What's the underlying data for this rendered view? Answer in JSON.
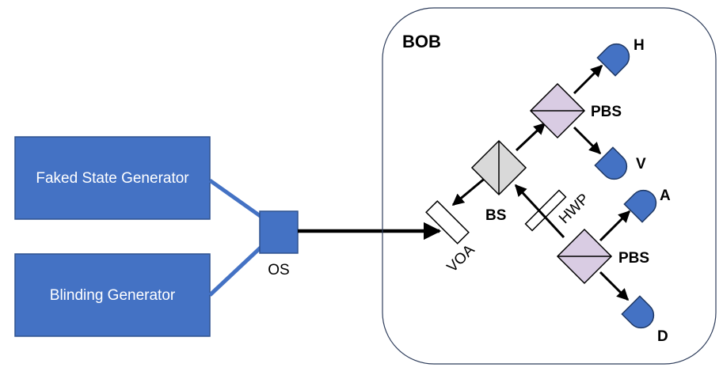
{
  "colors": {
    "generator_fill": "#4472C4",
    "generator_stroke": "#2F528F",
    "fiber": "#4472C4",
    "pbs_fill": "#D9CCE3",
    "bs_fill": "#D9D9D9",
    "detector_fill": "#4472C4"
  },
  "sources": {
    "faked_state": "Faked State Generator",
    "blinding": "Blinding Generator",
    "switch": "OS"
  },
  "bob": {
    "title": "BOB",
    "voa": "VOA",
    "bs": "BS",
    "hwp": "HWP",
    "pbs_upper": "PBS",
    "pbs_lower": "PBS",
    "det_h": "H",
    "det_v": "V",
    "det_a": "A",
    "det_d": "D"
  }
}
